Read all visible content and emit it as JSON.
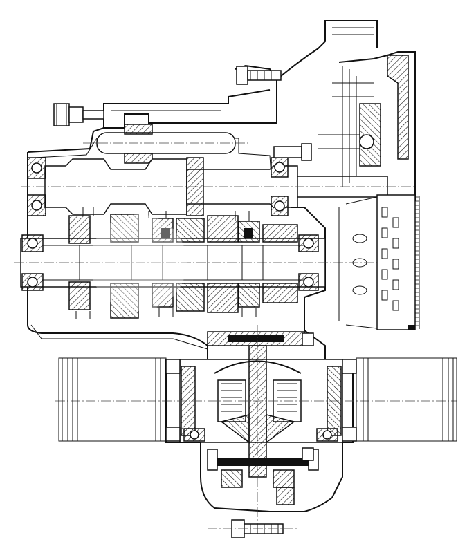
{
  "drawing": {
    "kind": "technical-cross-section",
    "style": "black line art on white, diagonal hatching for cut sections",
    "colors": {
      "ink": "#111111",
      "paper": "#ffffff"
    }
  },
  "components": [
    "housing",
    "countershaft",
    "mainshaft",
    "gear-sets",
    "clutch-assembly",
    "flywheel-ring-gear",
    "differential",
    "drive-flanges",
    "bolts"
  ]
}
